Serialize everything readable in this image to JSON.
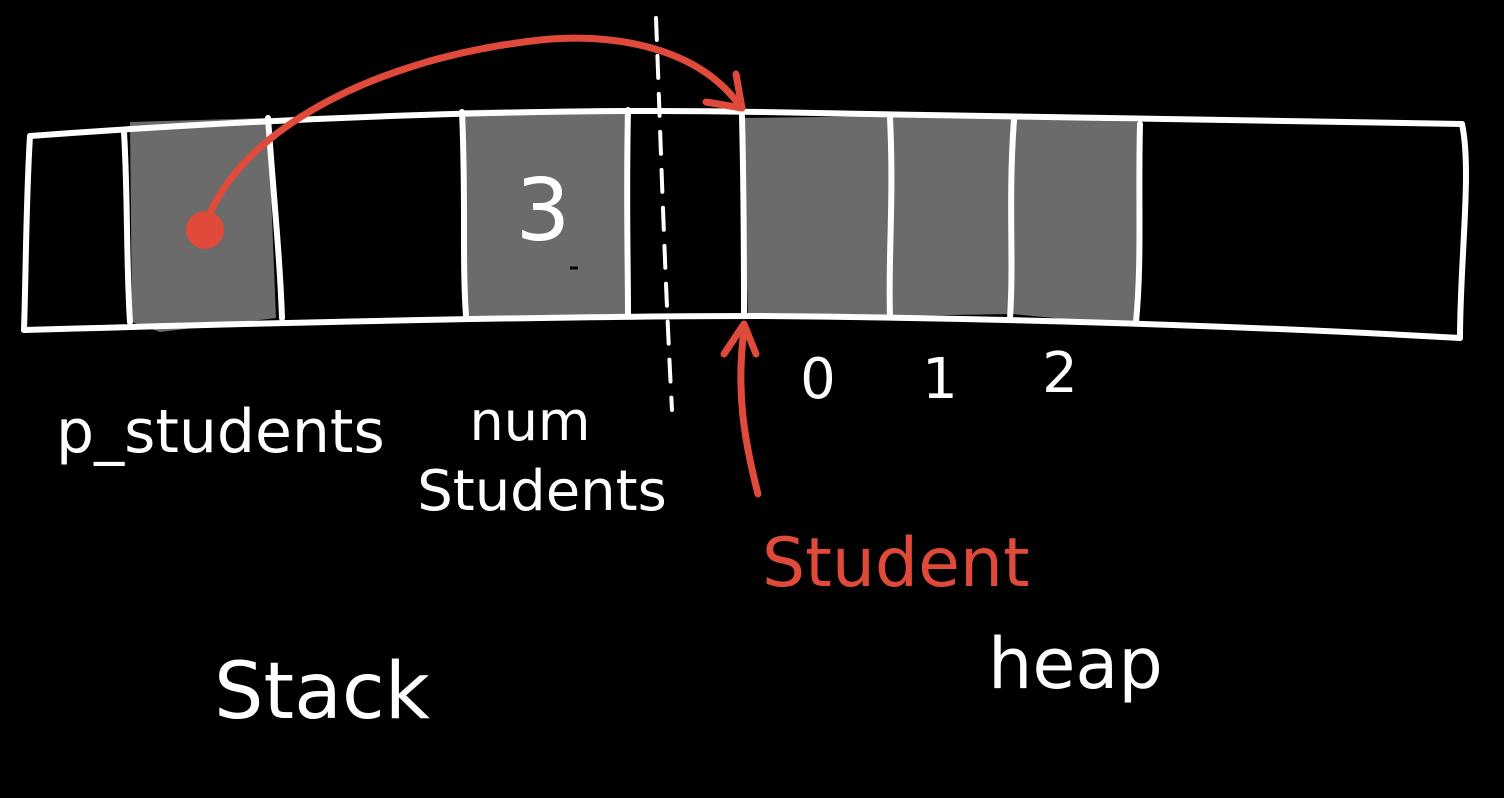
{
  "colors": {
    "background": "#000000",
    "ink": "#ffffff",
    "shaded_cell": "#6b6b6b",
    "pointer": "#e04a3a"
  },
  "memory": {
    "cell_value": "3",
    "indices": [
      "0",
      "1",
      "2"
    ]
  },
  "labels": {
    "p_students": "p_students",
    "num_line1": "num",
    "num_line2": "Students",
    "student": "Student",
    "stack": "Stack",
    "heap": "heap"
  }
}
